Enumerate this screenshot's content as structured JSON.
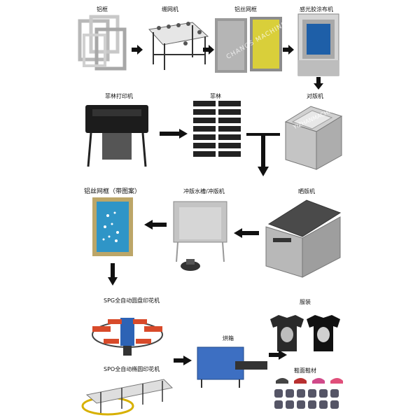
{
  "labels": {
    "aluminum_frame": "铝框",
    "stretching_machine": "绷网机",
    "aluminum_screen_frame": "铝丝网框",
    "emulsion_coater": "感光胶涂布机",
    "registration_machine": "对版机",
    "film_printer": "菲林打印机",
    "film": "菲林",
    "exposure_machine": "晒版机",
    "washout_booth": "冲版水槽/冲版机",
    "patterned_frame": "铝丝网框（带图案）",
    "spg_round_press": "SPG全自动圆盘印花机",
    "garments": "服装",
    "dryer": "烘箱",
    "spo_oval_press": "SPO全自动椭圆印花机",
    "shoe_materials": "鞋面鞋材"
  },
  "watermark": "CHANGS MACHINERY",
  "watermark2": "YIZHANMACHINERY"
}
